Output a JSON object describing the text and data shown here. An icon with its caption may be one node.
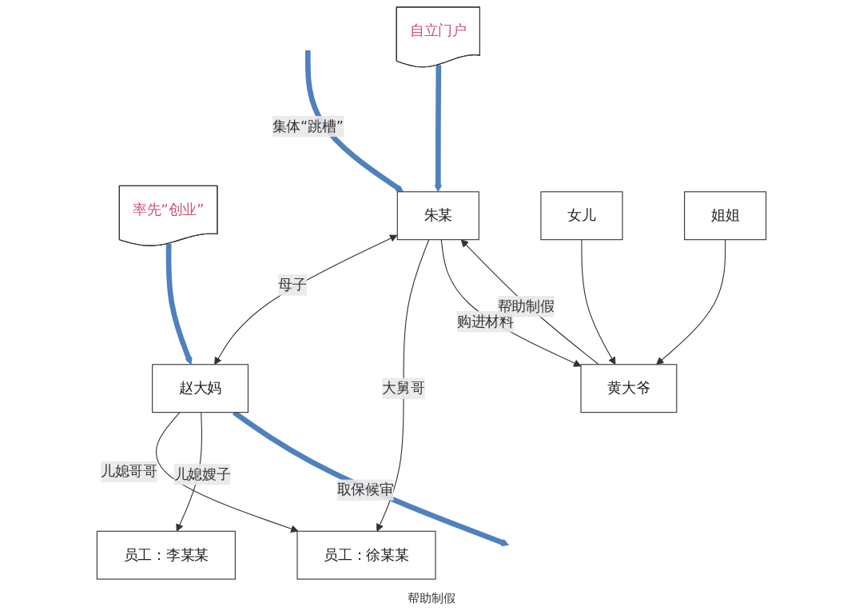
{
  "diagram": {
    "nodes": [
      {
        "text": [
          "率先“创业”"
        ]
      },
      {
        "text": [
          "赵大妈"
        ]
      },
      {
        "text": [
          "员工：徐某某"
        ]
      },
      {
        "text": [
          "员工：李某某"
        ]
      },
      {
        "text": [
          "朱某"
        ]
      },
      {
        "text": [
          "自立门户"
        ]
      },
      {
        "text": [
          "黄大爷"
        ]
      },
      {
        "text": [
          "女儿"
        ]
      },
      {
        "text": [
          "姐姐"
        ]
      }
    ],
    "edges": [
      {
        "from": 0,
        "to": 1,
        "arrow": "to",
        "style": "thick",
        "color": "#4f81bd"
      },
      {
        "from": 1,
        "to": 2,
        "arrow": "to",
        "label": "儿媳哥哥"
      },
      {
        "from": 1,
        "to": 3,
        "arrow": "to",
        "label": "儿媳嫂子"
      },
      {
        "from": 1,
        "to": null,
        "arrow": "to",
        "label": "取保候审",
        "style": "thick",
        "color": "#4f81bd"
      },
      {
        "from": null,
        "to": 4,
        "arrow": "to",
        "label": "集体“跳槽”",
        "style": "thick",
        "color": "#4f81bd"
      },
      {
        "from": 4,
        "to": 1,
        "arrow": "both",
        "label": "母子"
      },
      {
        "from": 4,
        "to": 2,
        "arrow": "to",
        "label": "大舅哥"
      },
      {
        "from": 4,
        "to": 6,
        "arrow": "to",
        "label": "购进材料"
      },
      {
        "from": 6,
        "to": 4,
        "arrow": "to",
        "label": "帮助制假"
      },
      {
        "from": 5,
        "to": 4,
        "arrow": "to",
        "style": "thick",
        "color": "#4f81bd"
      },
      {
        "from": 7,
        "to": 6,
        "arrow": "to"
      },
      {
        "from": 8,
        "to": 6,
        "arrow": "to"
      }
    ],
    "labels": [
      "帮助制假"
    ]
  }
}
